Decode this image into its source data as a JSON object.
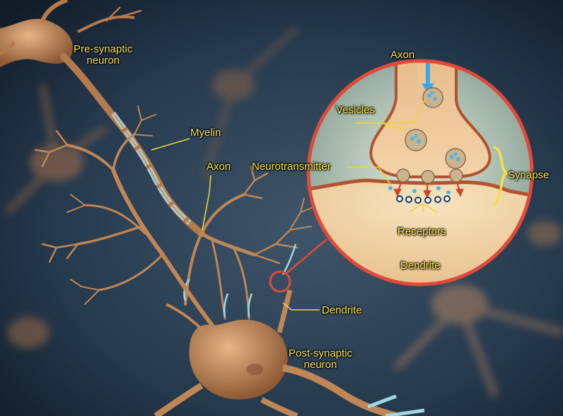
{
  "labels": {
    "pre_synaptic": "Pre-synaptic\nneuron",
    "myelin": "Myelin",
    "axon_main": "Axon",
    "axon_inset": "Axon",
    "vesicles": "Vesicles",
    "neurotransmitter": "Neurotransmitter",
    "synapse": "Synapse",
    "receptors": "Receptors",
    "dendrite_inset": "Dendrite",
    "dendrite_main": "Dendrite",
    "post_synaptic": "Post-synaptic\nneuron"
  },
  "colors": {
    "label": "#f4e04a",
    "leader": "#e8d440",
    "magnifier_ring": "#e04a3a",
    "neuron_tissue": "#c9905e",
    "myelin": "#9fd6e0",
    "background": "#1c2a3a"
  }
}
